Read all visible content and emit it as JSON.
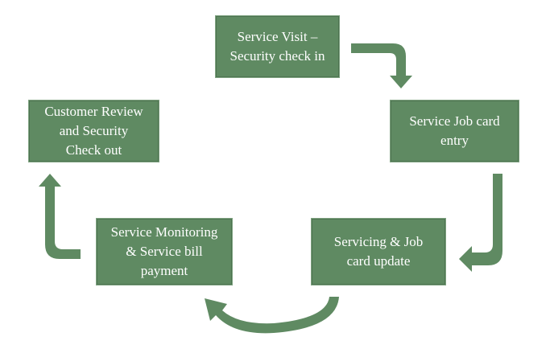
{
  "diagram": {
    "steps": [
      {
        "lines": [
          "Service Visit –",
          "Security check in"
        ]
      },
      {
        "lines": [
          "Service Job card",
          "entry"
        ]
      },
      {
        "lines": [
          "Servicing & Job",
          "card update"
        ]
      },
      {
        "lines": [
          "Service Monitoring",
          "& Service bill",
          "payment"
        ]
      },
      {
        "lines": [
          "Customer Review",
          "and Security",
          "Check out"
        ]
      }
    ],
    "colors": {
      "box_fill": "#5f8a62",
      "arrow_fill": "#5f8a62",
      "text": "#ffffff"
    }
  }
}
